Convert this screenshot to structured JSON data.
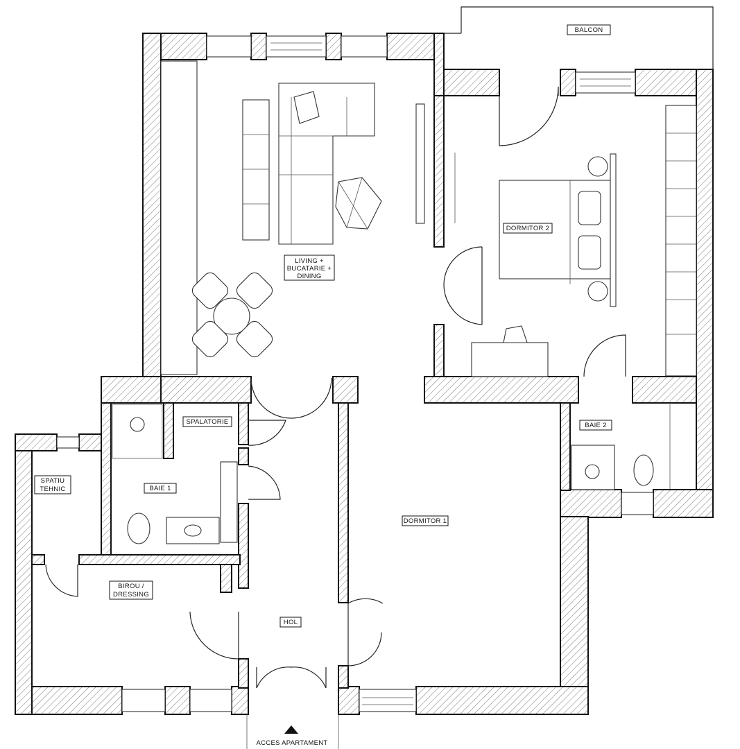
{
  "rooms": {
    "balcon": "BALCON",
    "living_1": "LIVING +",
    "living_2": "BUCATARIE +",
    "living_3": "DINING",
    "dormitor2": "DORMITOR 2",
    "spalatorie": "SPALATORIE",
    "baie2": "BAIE 2",
    "spatiu_1": "SPATIU",
    "spatiu_2": "TEHNIC",
    "baie1": "BAIE 1",
    "dormitor1": "DORMITOR 1",
    "birou_1": "BIROU /",
    "birou_2": "DRESSING",
    "hol": "HOL"
  },
  "entrance": {
    "label": "ACCES APARTAMENT"
  }
}
